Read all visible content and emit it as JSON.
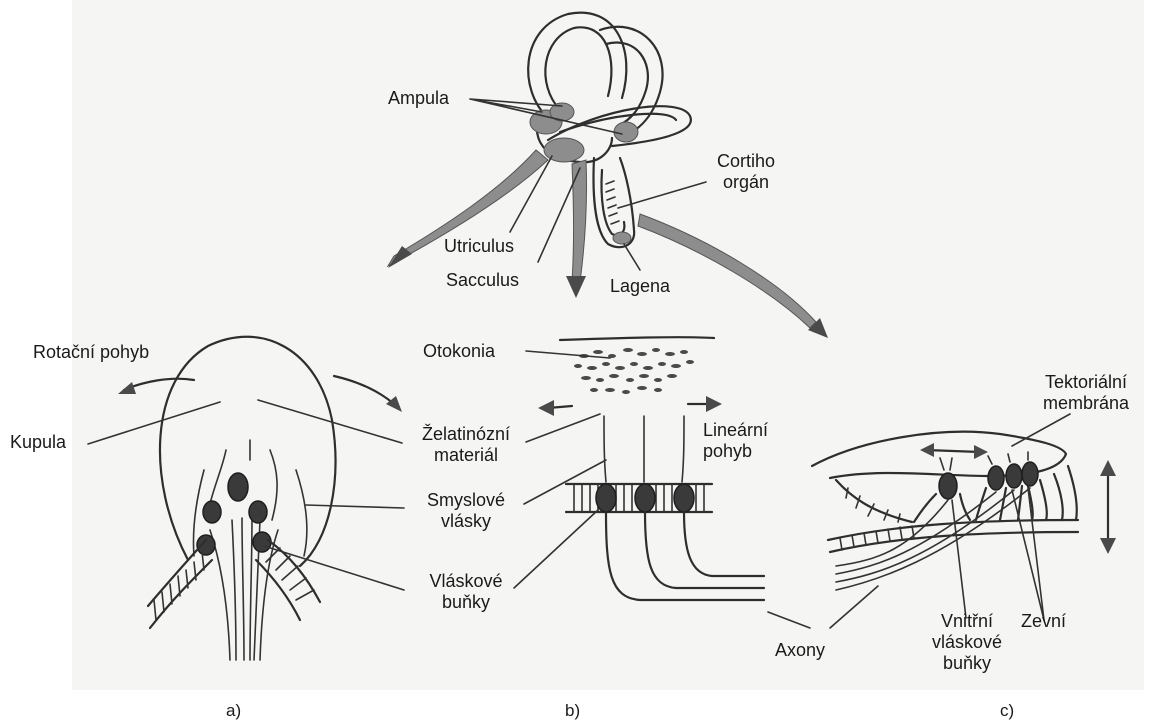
{
  "labels": {
    "ampula": "Ampula",
    "cortiho_1": "Cortiho",
    "cortiho_2": "orgán",
    "utriculus": "Utriculus",
    "sacculus": "Sacculus",
    "lagena": "Lagena",
    "rotacni_pohyb": "Rotační pohyb",
    "otokonia": "Otokonia",
    "tektorialni_1": "Tektoriální",
    "tektorialni_2": "membrána",
    "kupula": "Kupula",
    "zelatinozni_1": "Želatinózní",
    "zelatinozni_2": "materiál",
    "linearni_1": "Lineární",
    "linearni_2": "pohyb",
    "smyslove_1": "Smyslové",
    "smyslove_2": "vlásky",
    "vlaskove_1": "Vláskové",
    "vlaskove_2": "buňky",
    "axony": "Axony",
    "vnitrni_1": "Vnitřní",
    "vnitrni_2": "vláskové",
    "vnitrni_3": "buňky",
    "zevni": "Zevní"
  },
  "captions": {
    "a": "a)",
    "b": "b)",
    "c": "c)"
  }
}
